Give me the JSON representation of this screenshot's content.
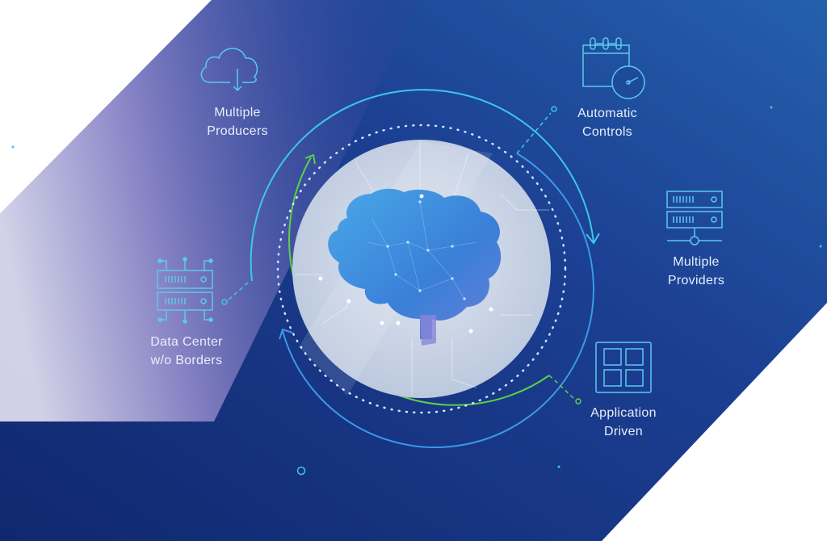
{
  "labels": {
    "producers": [
      "Multiple",
      "Producers"
    ],
    "controls": [
      "Automatic",
      "Controls"
    ],
    "providers": [
      "Multiple",
      "Providers"
    ],
    "datacenter": [
      "Data Center",
      "w/o Borders"
    ],
    "application": [
      "Application",
      "Driven"
    ]
  },
  "colors": {
    "background_blue": "#1e4a9a",
    "dark_blue": "#13307a",
    "accent_cyan": "#3cc8e8",
    "accent_green": "#5ed04a",
    "brain_blue": "#3f8fe0"
  }
}
